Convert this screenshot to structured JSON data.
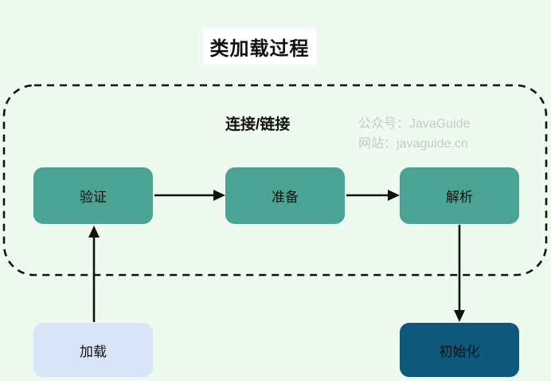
{
  "title": "类加载过程",
  "linking_group": {
    "label": "连接/链接"
  },
  "watermark": {
    "line1": "公众号：JavaGuide",
    "line2": "网站：javaguide.cn"
  },
  "nodes": {
    "load": {
      "label": "加载"
    },
    "verify": {
      "label": "验证"
    },
    "prepare": {
      "label": "准备"
    },
    "resolve": {
      "label": "解析"
    },
    "initialize": {
      "label": "初始化"
    }
  },
  "edges": [
    {
      "from": "load",
      "to": "verify"
    },
    {
      "from": "verify",
      "to": "prepare"
    },
    {
      "from": "prepare",
      "to": "resolve"
    },
    {
      "from": "resolve",
      "to": "initialize"
    }
  ],
  "colors": {
    "bg": "#eefaf0",
    "stage-teal": "#4ba393",
    "stage-dark": "#0e587c",
    "stage-light": "#d8e5f8",
    "ink": "#111111",
    "watermark": "#c5c9c7",
    "title-bg": "#ffffff"
  }
}
